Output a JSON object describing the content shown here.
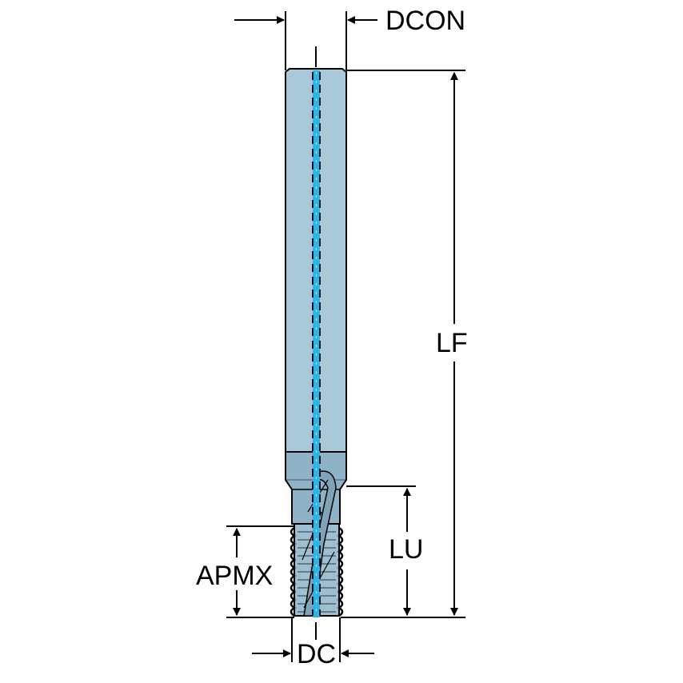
{
  "diagram": {
    "type": "tool-dimension-drawing",
    "subject": "thread milling cutter",
    "colors": {
      "body": "#a9c8d8",
      "body_dark": "#7fa4b8",
      "coolant": "#2bb5e8",
      "line": "#000000",
      "background": "#ffffff"
    },
    "labels": {
      "dcon": "DCON",
      "lf": "LF",
      "lu": "LU",
      "apmx": "APMX",
      "dc": "DC"
    }
  }
}
